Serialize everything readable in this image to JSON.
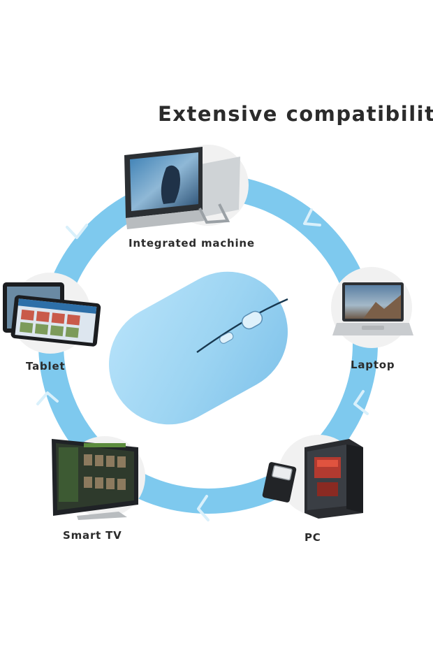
{
  "title": "Extensive compatibility",
  "devices": [
    {
      "label": "Integrated machine",
      "icon": "all-in-one-computer-icon"
    },
    {
      "label": "Laptop",
      "icon": "laptop-icon"
    },
    {
      "label": "PC",
      "icon": "desktop-pc-icon"
    },
    {
      "label": "Smart TV",
      "icon": "smart-tv-icon"
    },
    {
      "label": "Tablet",
      "icon": "tablet-icon"
    }
  ],
  "product": {
    "name": "wireless-mouse",
    "color": "#9cd4f2"
  },
  "colors": {
    "ring": "#7ec9ee",
    "ring_light": "#d9f0fb",
    "text": "#2b2b2b",
    "disc": "#f1f1f1"
  }
}
